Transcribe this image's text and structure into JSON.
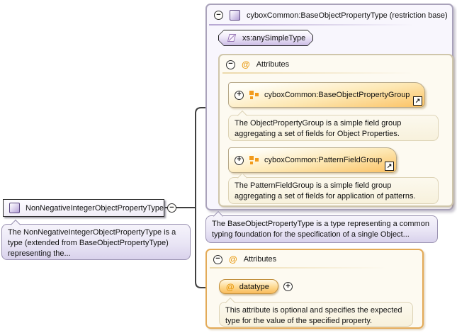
{
  "root_type": {
    "label": "NonNegativeIntegerObjectPropertyType",
    "doc": "The NonNegativeIntegerObjectPropertyType is a type (extended from BaseObjectPropertyType) representing the..."
  },
  "base_panel": {
    "title": "cyboxCommon:BaseObjectPropertyType (restriction base)",
    "base_type": "xs:anySimpleType",
    "attributes_section": {
      "label": "Attributes",
      "groups": [
        {
          "label": "cyboxCommon:BaseObjectPropertyGroup",
          "doc": "The ObjectPropertyGroup is a simple field group aggregating a set of fields for Object Properties."
        },
        {
          "label": "cyboxCommon:PatternFieldGroup",
          "doc": "The PatternFieldGroup is a simple field group aggregating a set of fields for application of patterns."
        }
      ]
    },
    "doc": "The BaseObjectPropertyType is a type representing a common typing foundation for the specification of a single Object..."
  },
  "own_attributes_section": {
    "label": "Attributes",
    "attributes": [
      {
        "name": "datatype",
        "doc": "This attribute is optional and specifies the expected type for the value of the specified property."
      }
    ]
  },
  "icons": {
    "collapse": "−",
    "expand": "+",
    "attribute": "@",
    "link_arrow": "↗"
  },
  "colors": {
    "type_accent": "#b3a0d6",
    "attribute_accent": "#f09d1c",
    "group_box_orange": "#fbc264",
    "panel_bg": "#f8f6fd",
    "attributes_bg": "#fdfaf1",
    "doc_purple_bg": "#e9e5f5",
    "doc_cream_bg": "#fcf9ee",
    "connector": "#3f3f3f"
  }
}
